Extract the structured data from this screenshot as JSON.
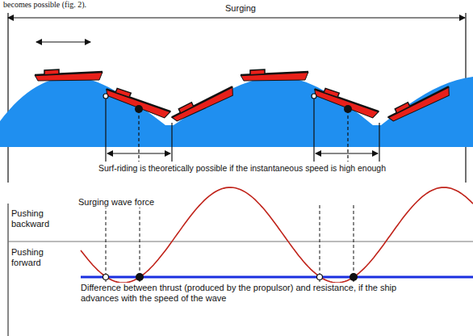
{
  "diagram": {
    "labels": [
      "becomes possible (fig. 2).",
      "Surging",
      "Surf-riding is theoretically possible if the instantaneous speed is high enough",
      "Surging wave force",
      "Pushing backward",
      "Pushing forward",
      "Difference between thrust (produced by the propulsor) and resistance, if the ship advances with the speed of the wave"
    ]
  }
}
